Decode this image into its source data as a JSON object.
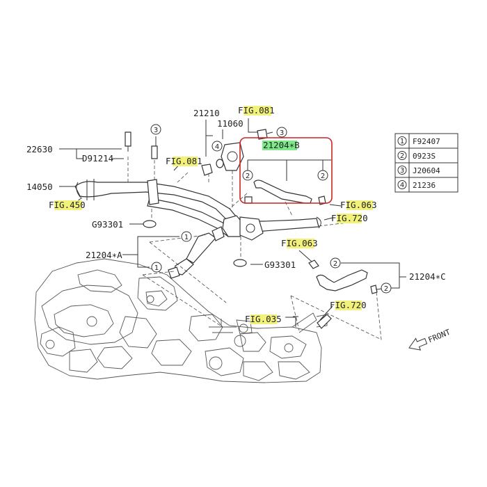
{
  "colors": {
    "highlight": "#f2f27a",
    "highlight_green": "#7ee88a",
    "focus_box": "#cc2222"
  },
  "labels": {
    "p22630": "22630",
    "p91214": "D91214",
    "p14050": "14050",
    "fig450": "FIG.450",
    "g93301_a": "G93301",
    "p21204a": "21204∗A",
    "p21210": "21210",
    "p11060": "11060",
    "fig081_top": "FIG.081",
    "fig081_mid": "FIG.081",
    "p21204b": "21204∗B",
    "fig063_right": "FIG.063",
    "fig720_top": "FIG.720",
    "fig063_mid": "FIG.063",
    "g93301_b": "G93301",
    "p21204c": "21204∗C",
    "fig035": "FIG.035",
    "fig720_bot": "FIG.720",
    "front": "FRONT"
  },
  "callouts": {
    "c1": "1",
    "c2": "2",
    "c3": "3",
    "c4": "4"
  },
  "legend": [
    {
      "num": "1",
      "code": "F92407"
    },
    {
      "num": "2",
      "code": "0923S"
    },
    {
      "num": "3",
      "code": "J20604"
    },
    {
      "num": "4",
      "code": "21236"
    }
  ]
}
